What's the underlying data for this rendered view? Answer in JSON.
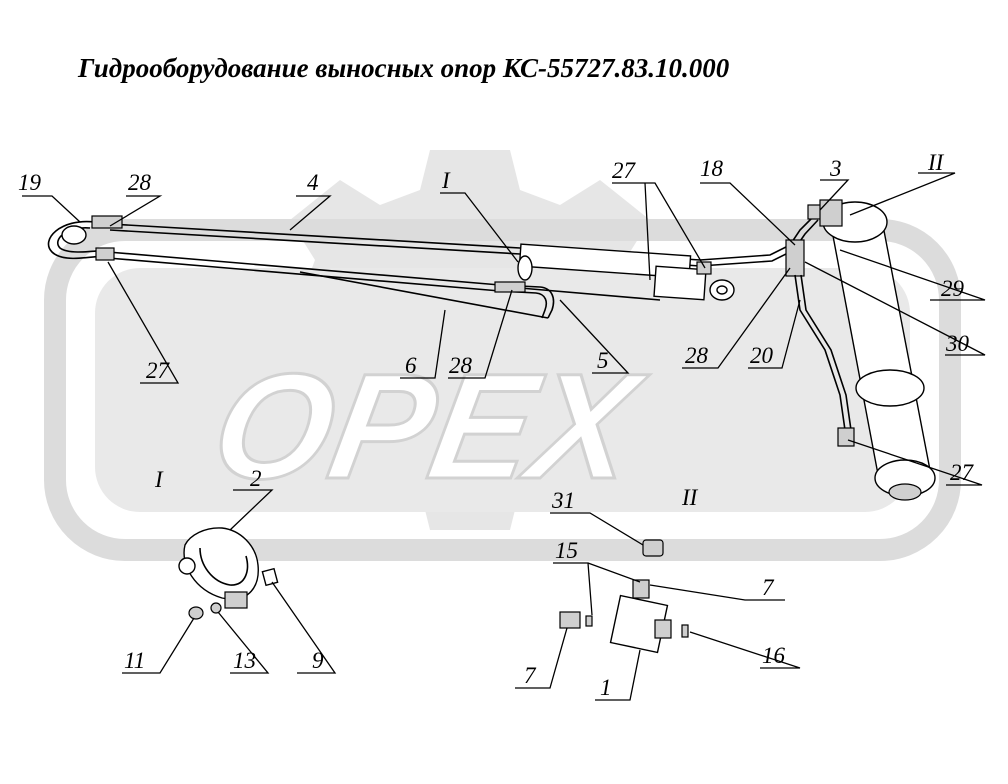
{
  "title": "Гидрооборудование выносных опор КС-55727.83.10.000",
  "watermark": {
    "text": "OPEX",
    "color": "#d2d2d2"
  },
  "callouts": {
    "n19": "19",
    "n28a": "28",
    "n4": "4",
    "nI_top": "I",
    "n27top": "27",
    "n18": "18",
    "n3": "3",
    "nII_top": "II",
    "n29": "29",
    "n30": "30",
    "n27a": "27",
    "n6": "6",
    "n28b": "28",
    "n5": "5",
    "n28c": "28",
    "n20": "20",
    "n27b": "27"
  },
  "detail_I": {
    "label": "I",
    "callouts": {
      "n2": "2",
      "n11": "11",
      "n13": "13",
      "n9": "9"
    }
  },
  "detail_II": {
    "label": "II",
    "callouts": {
      "n31": "31",
      "n15": "15",
      "n7a": "7",
      "n7b": "7",
      "n1": "1",
      "n16": "16"
    }
  }
}
